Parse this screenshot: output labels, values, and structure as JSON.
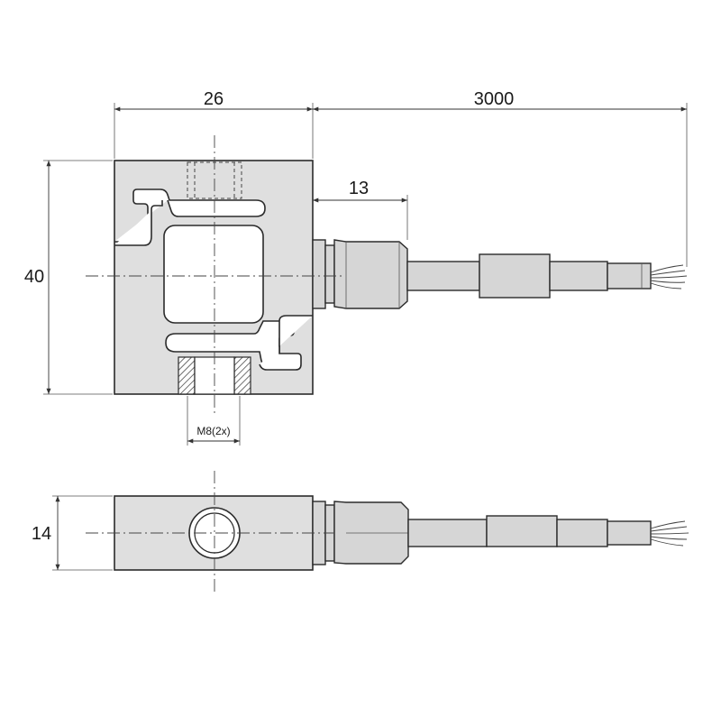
{
  "dimensions": {
    "width_top": "26",
    "cable_length": "3000",
    "height": "40",
    "connector_offset": "13",
    "thread": "M8(2x)",
    "thickness": "14"
  }
}
